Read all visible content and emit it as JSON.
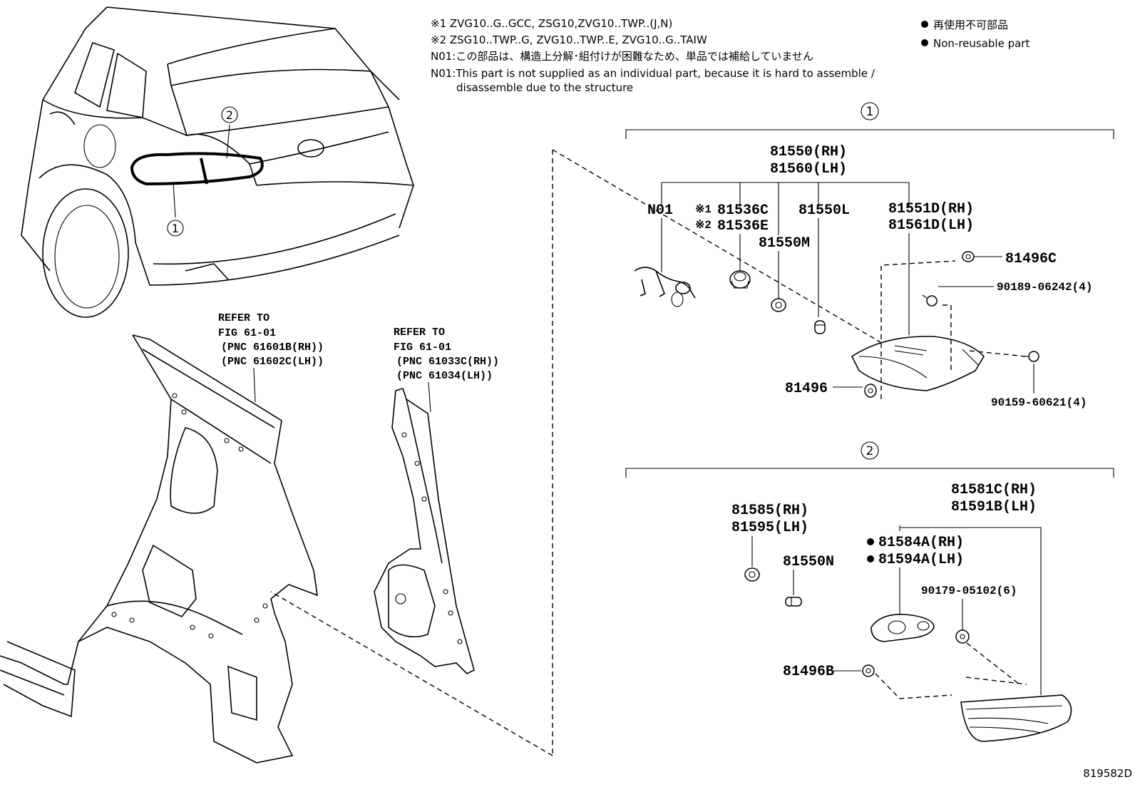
{
  "notes": {
    "n1": "※1 ZVG10..G..GCC, ZSG10,ZVG10..TWP..(J,N)",
    "n2": "※2 ZSG10..TWP..G, ZVG10..TWP..E, ZVG10..G..TAIW",
    "n3": "N01:この部品は、構造上分解･組付けが困難なため、単品では補給していません",
    "n4a": "N01:This part is not supplied as an individual part, because it is hard to assemble /",
    "n4b": "disassemble due to the structure"
  },
  "legend": {
    "ja": "再使用不可部品",
    "en": "Non-reusable part"
  },
  "callouts": {
    "one": "1",
    "two": "2"
  },
  "refs": {
    "ref1": {
      "l1": "REFER TO",
      "l2": "FIG 61-01",
      "l3": "(PNC 61601B(RH))",
      "l4": "(PNC 61602C(LH))"
    },
    "ref2": {
      "l1": "REFER TO",
      "l2": "FIG 61-01",
      "l3": "(PNC 61033C(RH))",
      "l4": "(PNC 61034(LH))"
    }
  },
  "group1": {
    "assy_rh": "81550(RH)",
    "assy_lh": "81560(LH)",
    "n01": "N01",
    "mark1": "※1",
    "mark2": "※2",
    "p81536c": "81536C",
    "p81536e": "81536E",
    "p81550l": "81550L",
    "p81550m": "81550M",
    "p81551d": "81551D(RH)",
    "p81561d": "81561D(LH)",
    "p81496c": "81496C",
    "p90189": "90189-06242(4)",
    "p90159": "90159-60621(4)",
    "p81496": "81496"
  },
  "group2": {
    "p81585": "81585(RH)",
    "p81595": "81595(LH)",
    "p81550n": "81550N",
    "p81581c": "81581C(RH)",
    "p81591b": "81591B(LH)",
    "p81584a": "81584A(RH)",
    "p81594a": "81594A(LH)",
    "p90179": "90179-05102(6)",
    "p81496b": "81496B"
  },
  "figure_id": "819582D"
}
